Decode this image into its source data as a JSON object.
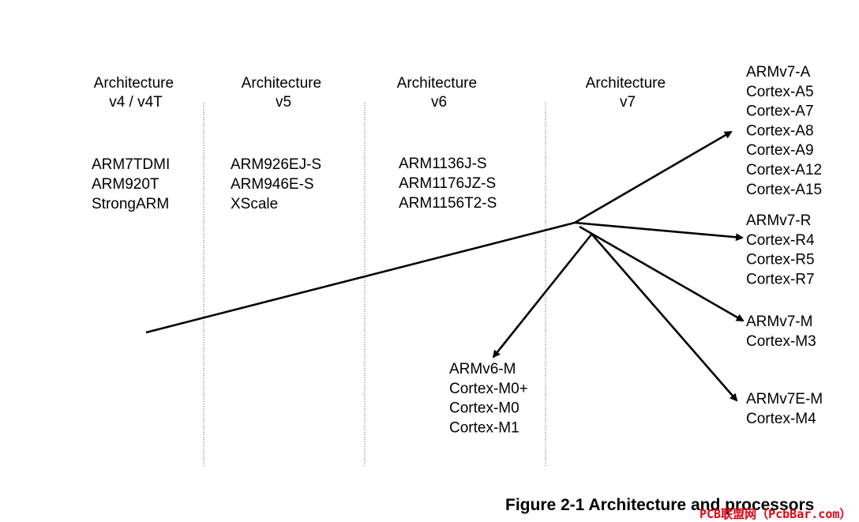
{
  "architectures": [
    {
      "title": [
        "Architecture",
        "v4 / v4T"
      ],
      "cores": [
        "ARM7TDMI",
        "ARM920T",
        "StrongARM"
      ]
    },
    {
      "title": [
        "Architecture",
        "v5"
      ],
      "cores": [
        "ARM926EJ-S",
        "ARM946E-S",
        "XScale"
      ]
    },
    {
      "title": [
        "Architecture",
        "v6"
      ],
      "cores": [
        "ARM1136J-S",
        "ARM1176JZ-S",
        "ARM1156T2-S"
      ]
    },
    {
      "title": [
        "Architecture",
        "v7"
      ],
      "cores": []
    }
  ],
  "profiles": [
    {
      "lines": [
        "ARMv7-A",
        "Cortex-A5",
        "Cortex-A7",
        "Cortex-A8",
        "Cortex-A9",
        "Cortex-A12",
        "Cortex-A15"
      ]
    },
    {
      "lines": [
        "ARMv7-R",
        "Cortex-R4",
        "Cortex-R5",
        "Cortex-R7"
      ]
    },
    {
      "lines": [
        "ARMv7-M",
        "Cortex-M3"
      ]
    },
    {
      "lines": [
        "ARMv7E-M",
        "Cortex-M4"
      ]
    },
    {
      "lines": [
        "ARMv6-M",
        "Cortex-M0+",
        "Cortex-M0",
        "Cortex-M1"
      ]
    }
  ],
  "caption": "Figure 2-1 Architecture and processors",
  "watermark": "PCB联盟网（PcbBar.com）"
}
